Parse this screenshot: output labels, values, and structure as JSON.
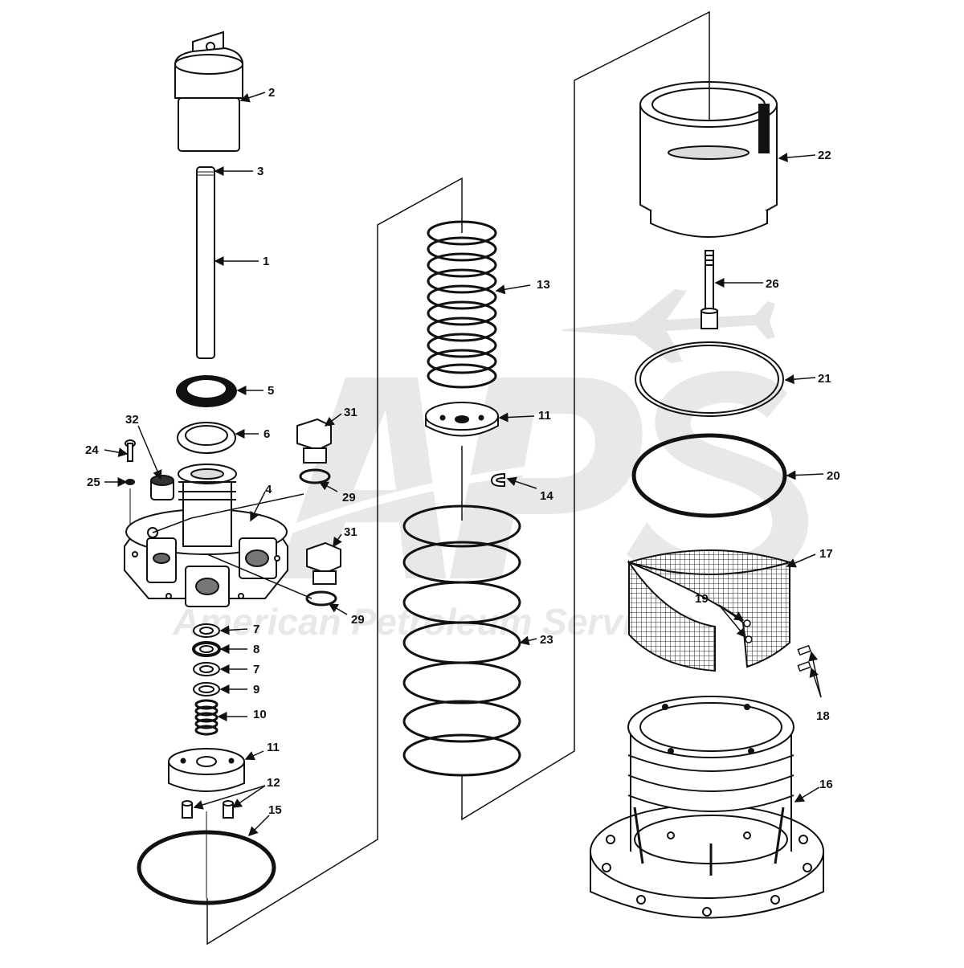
{
  "watermark": {
    "logo_text": "APS",
    "company": "American Petroleum Services",
    "color": "#e3e3e3"
  },
  "colors": {
    "line": "#111111",
    "fill": "#ffffff",
    "watermark": "#e3e3e3"
  },
  "callouts": [
    {
      "id": "c2",
      "text": "2"
    },
    {
      "id": "c3",
      "text": "3"
    },
    {
      "id": "c1",
      "text": "1"
    },
    {
      "id": "c5",
      "text": "5"
    },
    {
      "id": "c6",
      "text": "6"
    },
    {
      "id": "c32",
      "text": "32"
    },
    {
      "id": "c24",
      "text": "24"
    },
    {
      "id": "c25",
      "text": "25"
    },
    {
      "id": "c4",
      "text": "4"
    },
    {
      "id": "c31a",
      "text": "31"
    },
    {
      "id": "c29a",
      "text": "29"
    },
    {
      "id": "c31b",
      "text": "31"
    },
    {
      "id": "c29b",
      "text": "29"
    },
    {
      "id": "c7a",
      "text": "7"
    },
    {
      "id": "c8",
      "text": "8"
    },
    {
      "id": "c7b",
      "text": "7"
    },
    {
      "id": "c9",
      "text": "9"
    },
    {
      "id": "c10",
      "text": "10"
    },
    {
      "id": "c11a",
      "text": "11"
    },
    {
      "id": "c12",
      "text": "12"
    },
    {
      "id": "c15",
      "text": "15"
    },
    {
      "id": "c13",
      "text": "13"
    },
    {
      "id": "c11b",
      "text": "11"
    },
    {
      "id": "c14",
      "text": "14"
    },
    {
      "id": "c23",
      "text": "23"
    },
    {
      "id": "c22",
      "text": "22"
    },
    {
      "id": "c26",
      "text": "26"
    },
    {
      "id": "c21",
      "text": "21"
    },
    {
      "id": "c20",
      "text": "20"
    },
    {
      "id": "c17",
      "text": "17"
    },
    {
      "id": "c19",
      "text": "19"
    },
    {
      "id": "c18",
      "text": "18"
    },
    {
      "id": "c16",
      "text": "16"
    }
  ]
}
